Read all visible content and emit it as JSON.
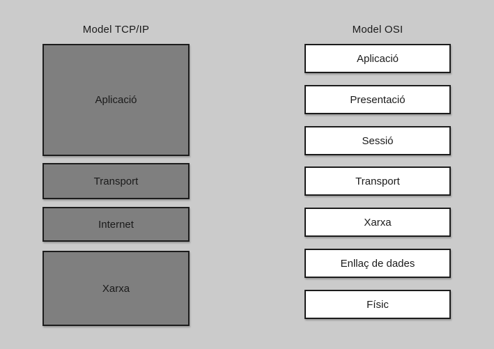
{
  "diagram": {
    "background_color": "#cbcbcb",
    "border_color": "#1c1c1c",
    "text_color": "#1a1a1a",
    "columns": [
      {
        "title": "Model TCP/IP",
        "box_fill": "#7f7f7f",
        "layers": [
          {
            "label": "Aplicació"
          },
          {
            "label": "Transport"
          },
          {
            "label": "Internet"
          },
          {
            "label": "Xarxa"
          }
        ]
      },
      {
        "title": "Model OSI",
        "box_fill": "#ffffff",
        "layers": [
          {
            "label": "Aplicació"
          },
          {
            "label": "Presentació"
          },
          {
            "label": "Sessió"
          },
          {
            "label": "Transport"
          },
          {
            "label": "Xarxa"
          },
          {
            "label": "Enllaç de dades"
          },
          {
            "label": "Físic"
          }
        ]
      }
    ]
  }
}
